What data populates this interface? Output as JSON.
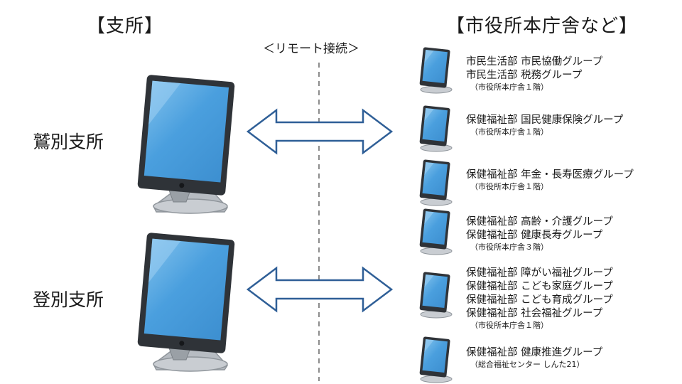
{
  "left_header": "【支所】",
  "right_header": "【市役所本庁舎など】",
  "remote_label": "＜リモート接続＞",
  "branches": [
    {
      "name": "鷲別支所"
    },
    {
      "name": "登別支所"
    }
  ],
  "departments": [
    {
      "lines": [
        "市民生活部 市民協働グループ",
        "市民生活部 税務グループ"
      ],
      "location": "（市役所本庁舎１階）"
    },
    {
      "lines": [
        "保健福祉部 国民健康保険グループ"
      ],
      "location": "（市役所本庁舎１階）"
    },
    {
      "lines": [
        "保健福祉部 年金・長寿医療グループ"
      ],
      "location": "（市役所本庁舎１階）"
    },
    {
      "lines": [
        "保健福祉部 高齢・介護グループ",
        "保健福祉部 健康長寿グループ"
      ],
      "location": "（市役所本庁舎３階）"
    },
    {
      "lines": [
        "保健福祉部 障がい福祉グループ",
        "保健福祉部 こども家庭グループ",
        "保健福祉部 こども育成グループ",
        "保健福祉部 社会福祉グループ"
      ],
      "location": "（市役所本庁舎１階）"
    },
    {
      "lines": [
        "保健福祉部 健康推進グループ"
      ],
      "location": "（総合福祉センター しんた21）"
    }
  ],
  "colors": {
    "screen": "#4a9fde",
    "screen_light": "#8cc6ee",
    "bezel": "#2f3338",
    "arrow": "#2f5f97",
    "divider": "#8c8c8c",
    "stand": "#b7bcc2"
  }
}
